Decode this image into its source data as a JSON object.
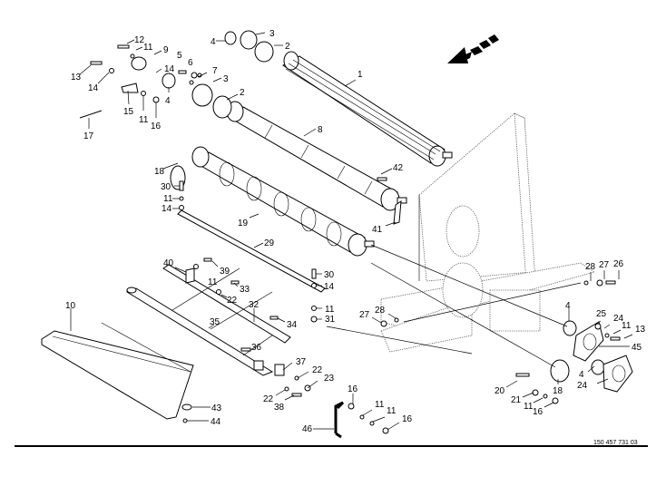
{
  "drawing": {
    "drawing_number": "150 457 731 03",
    "direction_arrow": "direction-of-travel-arrow-icon"
  },
  "callouts": [
    {
      "id": "c12a",
      "label": "12"
    },
    {
      "id": "c11a",
      "label": "11"
    },
    {
      "id": "c9",
      "label": "9"
    },
    {
      "id": "c13a",
      "label": "13"
    },
    {
      "id": "c14a",
      "label": "14"
    },
    {
      "id": "c14b",
      "label": "14"
    },
    {
      "id": "c5",
      "label": "5"
    },
    {
      "id": "c6",
      "label": "6"
    },
    {
      "id": "c7",
      "label": "7"
    },
    {
      "id": "c3a",
      "label": "3"
    },
    {
      "id": "c3b",
      "label": "3"
    },
    {
      "id": "c4a",
      "label": "4"
    },
    {
      "id": "c4b",
      "label": "4"
    },
    {
      "id": "c2a",
      "label": "2"
    },
    {
      "id": "c2b",
      "label": "2"
    },
    {
      "id": "c15",
      "label": "15"
    },
    {
      "id": "c11b",
      "label": "11"
    },
    {
      "id": "c16a",
      "label": "16"
    },
    {
      "id": "c17",
      "label": "17"
    },
    {
      "id": "c1",
      "label": "1"
    },
    {
      "id": "c8",
      "label": "8"
    },
    {
      "id": "c18a",
      "label": "18"
    },
    {
      "id": "c42",
      "label": "42"
    },
    {
      "id": "c30a",
      "label": "30"
    },
    {
      "id": "c11c",
      "label": "11"
    },
    {
      "id": "c14c",
      "label": "14"
    },
    {
      "id": "c19",
      "label": "19"
    },
    {
      "id": "c41",
      "label": "41"
    },
    {
      "id": "c29",
      "label": "29"
    },
    {
      "id": "c40",
      "label": "40"
    },
    {
      "id": "c39",
      "label": "39"
    },
    {
      "id": "c11d",
      "label": "11"
    },
    {
      "id": "c33",
      "label": "33"
    },
    {
      "id": "c22a",
      "label": "22"
    },
    {
      "id": "c32",
      "label": "32"
    },
    {
      "id": "c35",
      "label": "35"
    },
    {
      "id": "c34",
      "label": "34"
    },
    {
      "id": "c36",
      "label": "36"
    },
    {
      "id": "c30b",
      "label": "30"
    },
    {
      "id": "c14d",
      "label": "14"
    },
    {
      "id": "c11e",
      "label": "11"
    },
    {
      "id": "c31",
      "label": "31"
    },
    {
      "id": "c10",
      "label": "10"
    },
    {
      "id": "c37",
      "label": "37"
    },
    {
      "id": "c22b",
      "label": "22"
    },
    {
      "id": "c23",
      "label": "23"
    },
    {
      "id": "c22c",
      "label": "22"
    },
    {
      "id": "c38",
      "label": "38"
    },
    {
      "id": "c43",
      "label": "43"
    },
    {
      "id": "c44",
      "label": "44"
    },
    {
      "id": "c16b",
      "label": "16"
    },
    {
      "id": "c11f",
      "label": "11"
    },
    {
      "id": "c11g",
      "label": "11"
    },
    {
      "id": "c16c",
      "label": "16"
    },
    {
      "id": "c46",
      "label": "46"
    },
    {
      "id": "c28a",
      "label": "28"
    },
    {
      "id": "c27a",
      "label": "27"
    },
    {
      "id": "c26",
      "label": "26"
    },
    {
      "id": "c27b",
      "label": "27"
    },
    {
      "id": "c28b",
      "label": "28"
    },
    {
      "id": "c4c",
      "label": "4"
    },
    {
      "id": "c25",
      "label": "25"
    },
    {
      "id": "c24a",
      "label": "24"
    },
    {
      "id": "c11h",
      "label": "11"
    },
    {
      "id": "c13b",
      "label": "13"
    },
    {
      "id": "c45",
      "label": "45"
    },
    {
      "id": "c4d",
      "label": "4"
    },
    {
      "id": "c24b",
      "label": "24"
    },
    {
      "id": "c20",
      "label": "20"
    },
    {
      "id": "c21",
      "label": "21"
    },
    {
      "id": "c11i",
      "label": "11"
    },
    {
      "id": "c16d",
      "label": "16"
    },
    {
      "id": "c18b",
      "label": "18"
    }
  ]
}
